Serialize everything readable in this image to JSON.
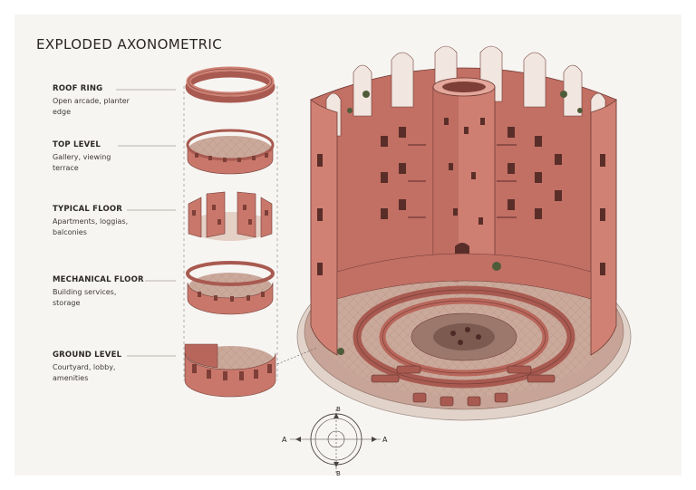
{
  "title": "EXPLODED AXONOMETRIC",
  "components": [
    {
      "name": "ROOF RING",
      "description": "Open arcade, planter edge"
    },
    {
      "name": "TOP LEVEL",
      "description": "Gallery, viewing terrace"
    },
    {
      "name": "TYPICAL FLOOR",
      "description": "Apartments, loggias, balconies"
    },
    {
      "name": "MECHANICAL FLOOR",
      "description": "Building services, storage"
    },
    {
      "name": "GROUND LEVEL",
      "description": "Courtyard, lobby, amenities"
    }
  ],
  "section_markers": {
    "west": "A",
    "east": "A",
    "north": "B",
    "south": "B"
  },
  "colors": {
    "brick": "#c9776b",
    "brick_dark": "#a85a50",
    "brick_light": "#dc9a8e",
    "floor": "#c9a79a",
    "ink": "#2a2624"
  }
}
